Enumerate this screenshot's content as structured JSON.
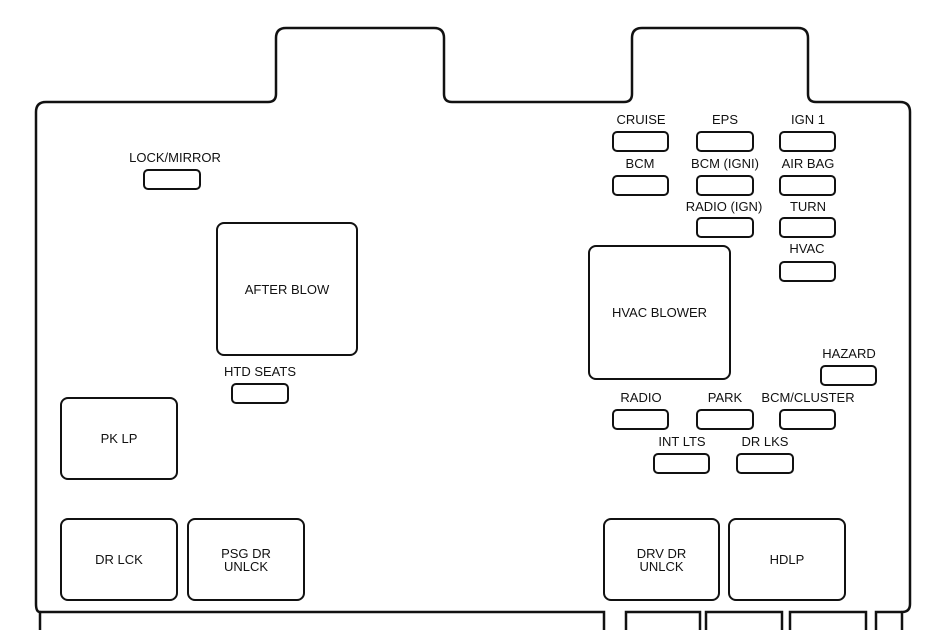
{
  "colors": {
    "line": "#111111",
    "background": "#ffffff"
  },
  "relays": [
    {
      "id": "after-blow",
      "label": "AFTER BLOW"
    },
    {
      "id": "hvac-blower",
      "label": "HVAC BLOWER"
    },
    {
      "id": "pk-lp",
      "label": "PK LP"
    },
    {
      "id": "dr-lck",
      "label": "DR LCK"
    },
    {
      "id": "psg-dr-unlck",
      "label": "PSG DR\nUNLCK"
    },
    {
      "id": "drv-dr-unlck",
      "label": "DRV DR\nUNLCK"
    },
    {
      "id": "hdlp",
      "label": "HDLP"
    }
  ],
  "fuses": [
    {
      "id": "lock-mirror",
      "label": "LOCK/MIRROR"
    },
    {
      "id": "cruise",
      "label": "CRUISE"
    },
    {
      "id": "eps",
      "label": "EPS"
    },
    {
      "id": "ign-1",
      "label": "IGN 1"
    },
    {
      "id": "bcm",
      "label": "BCM"
    },
    {
      "id": "bcm-igni",
      "label": "BCM (IGNI)"
    },
    {
      "id": "air-bag",
      "label": "AIR BAG"
    },
    {
      "id": "radio-ign",
      "label": "RADIO (IGN)"
    },
    {
      "id": "turn",
      "label": "TURN"
    },
    {
      "id": "hvac",
      "label": "HVAC"
    },
    {
      "id": "htd-seats",
      "label": "HTD SEATS"
    },
    {
      "id": "hazard",
      "label": "HAZARD"
    },
    {
      "id": "radio",
      "label": "RADIO"
    },
    {
      "id": "park",
      "label": "PARK"
    },
    {
      "id": "bcm-cluster",
      "label": "BCM/CLUSTER"
    },
    {
      "id": "int-lts",
      "label": "INT LTS"
    },
    {
      "id": "dr-lks",
      "label": "DR LKS"
    }
  ]
}
